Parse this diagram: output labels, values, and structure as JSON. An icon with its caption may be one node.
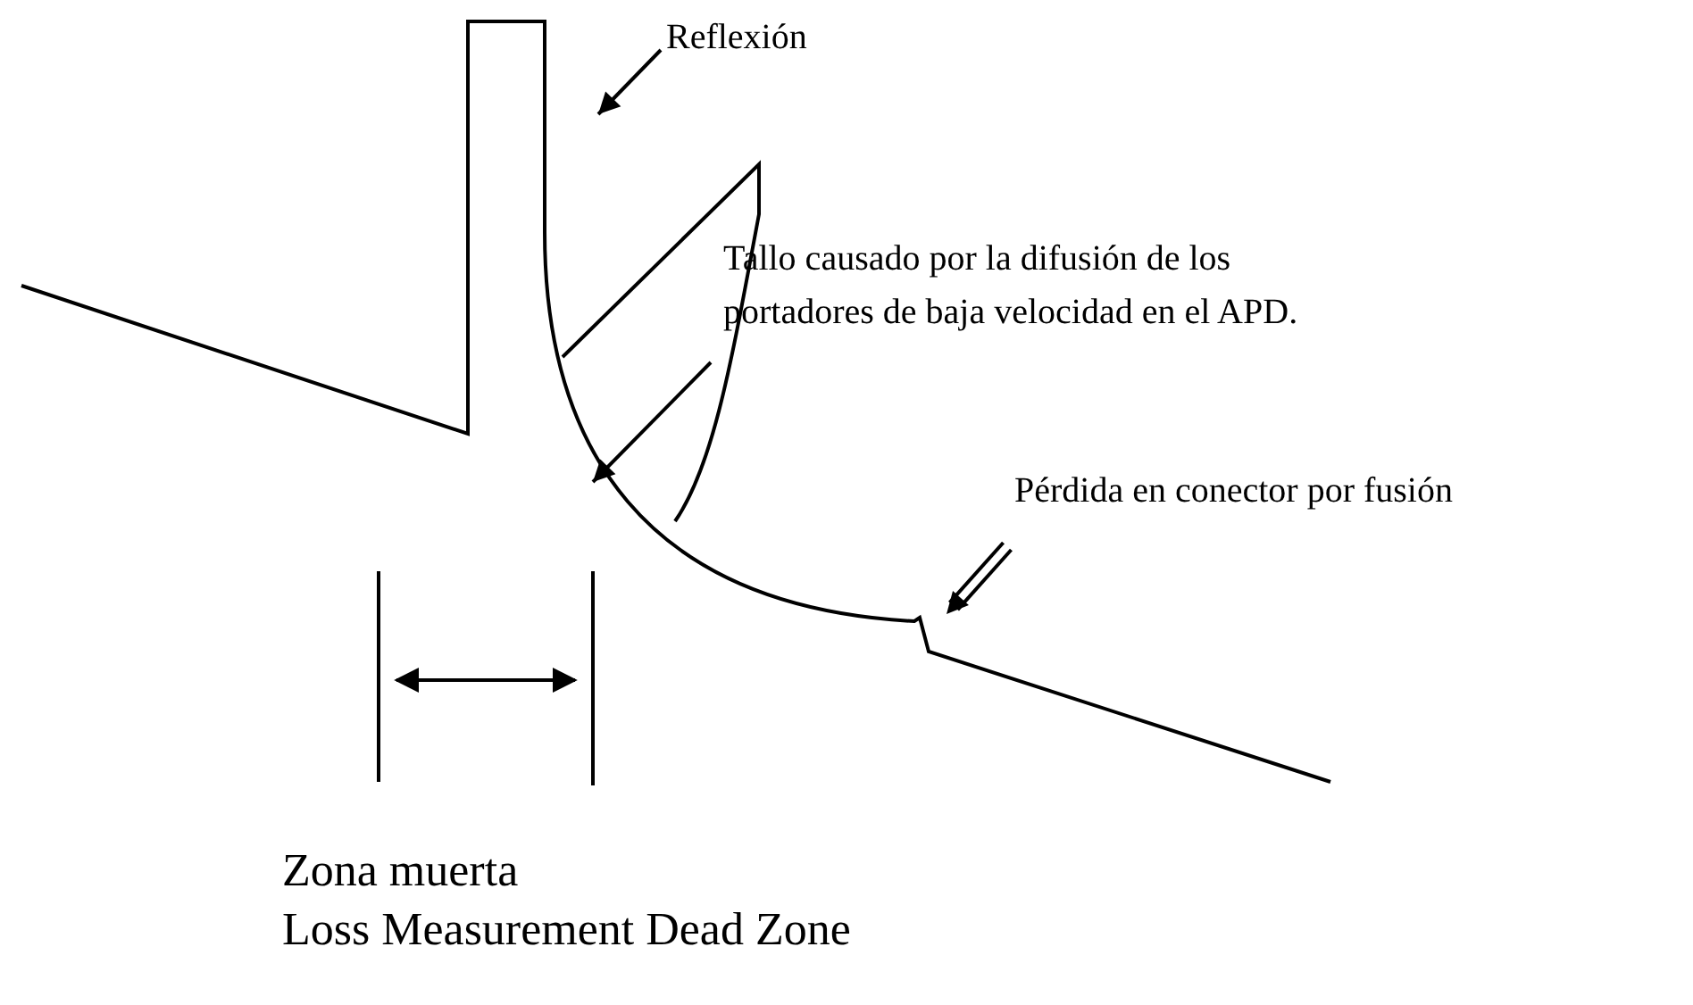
{
  "diagram": {
    "nodes": [
      {
        "text": [
          "Reflexión"
        ]
      },
      {
        "text": [
          "Tallo causado por la difusión de los portadores de baja velocidad en el APD."
        ]
      },
      {
        "text": [
          "Pérdida en conector por fusión"
        ]
      }
    ],
    "edges": [
      {
        "from": 0,
        "to": null,
        "arrow": "to"
      },
      {
        "from": 1,
        "to": null,
        "arrow": "to"
      },
      {
        "from": 2,
        "to": null,
        "arrow": "to"
      }
    ],
    "labels": [
      "Zona muerta",
      "Loss Measurement Dead Zone"
    ]
  }
}
